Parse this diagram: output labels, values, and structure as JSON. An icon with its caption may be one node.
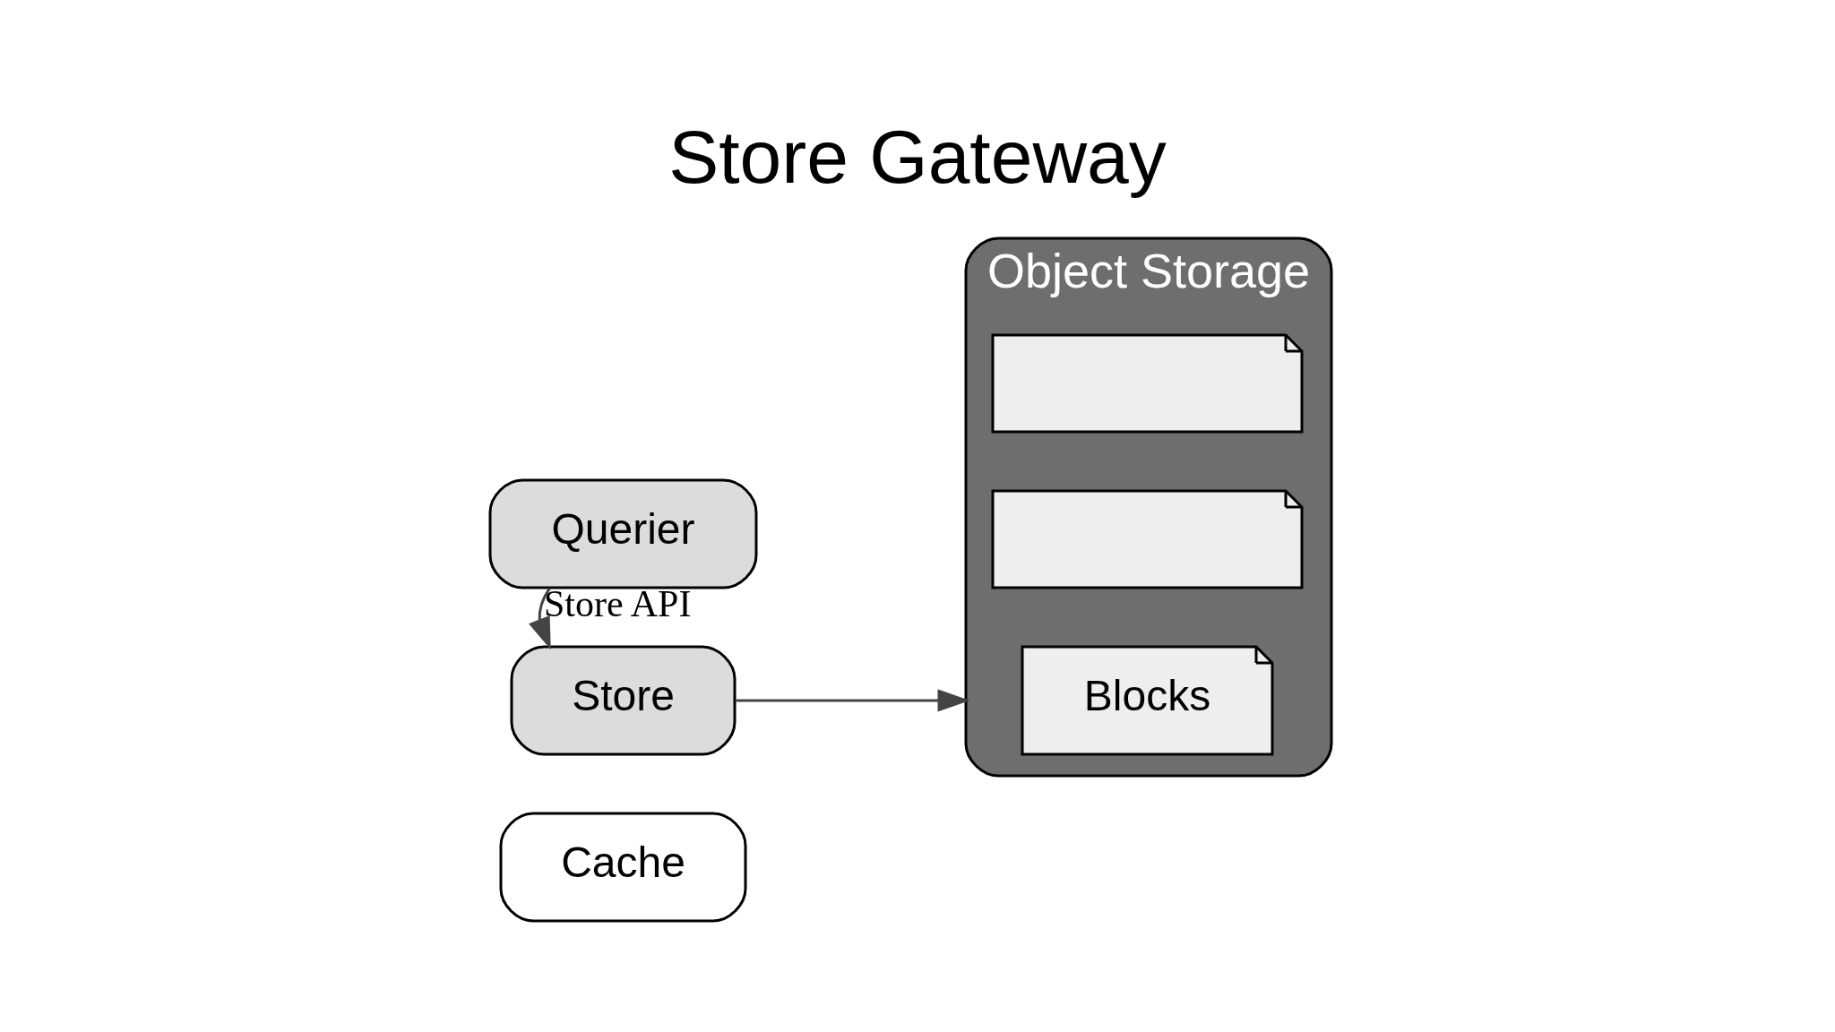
{
  "diagram": {
    "title": "Store Gateway",
    "nodes": [
      {
        "text": [
          "Object Storage"
        ]
      },
      {
        "text": [],
        "shape": "box",
        "in": 0
      },
      {
        "text": [],
        "shape": "box",
        "in": 0
      },
      {
        "text": [
          "Blocks"
        ],
        "in": 0
      },
      {
        "text": [
          "Querier"
        ]
      },
      {
        "text": [
          "Store"
        ]
      },
      {
        "text": [
          "Cache"
        ]
      }
    ],
    "edges": [
      {
        "from": 4,
        "to": 5,
        "arrow": "to",
        "label": "Store API"
      },
      {
        "from": 5,
        "to": 0,
        "arrow": "to"
      }
    ]
  }
}
